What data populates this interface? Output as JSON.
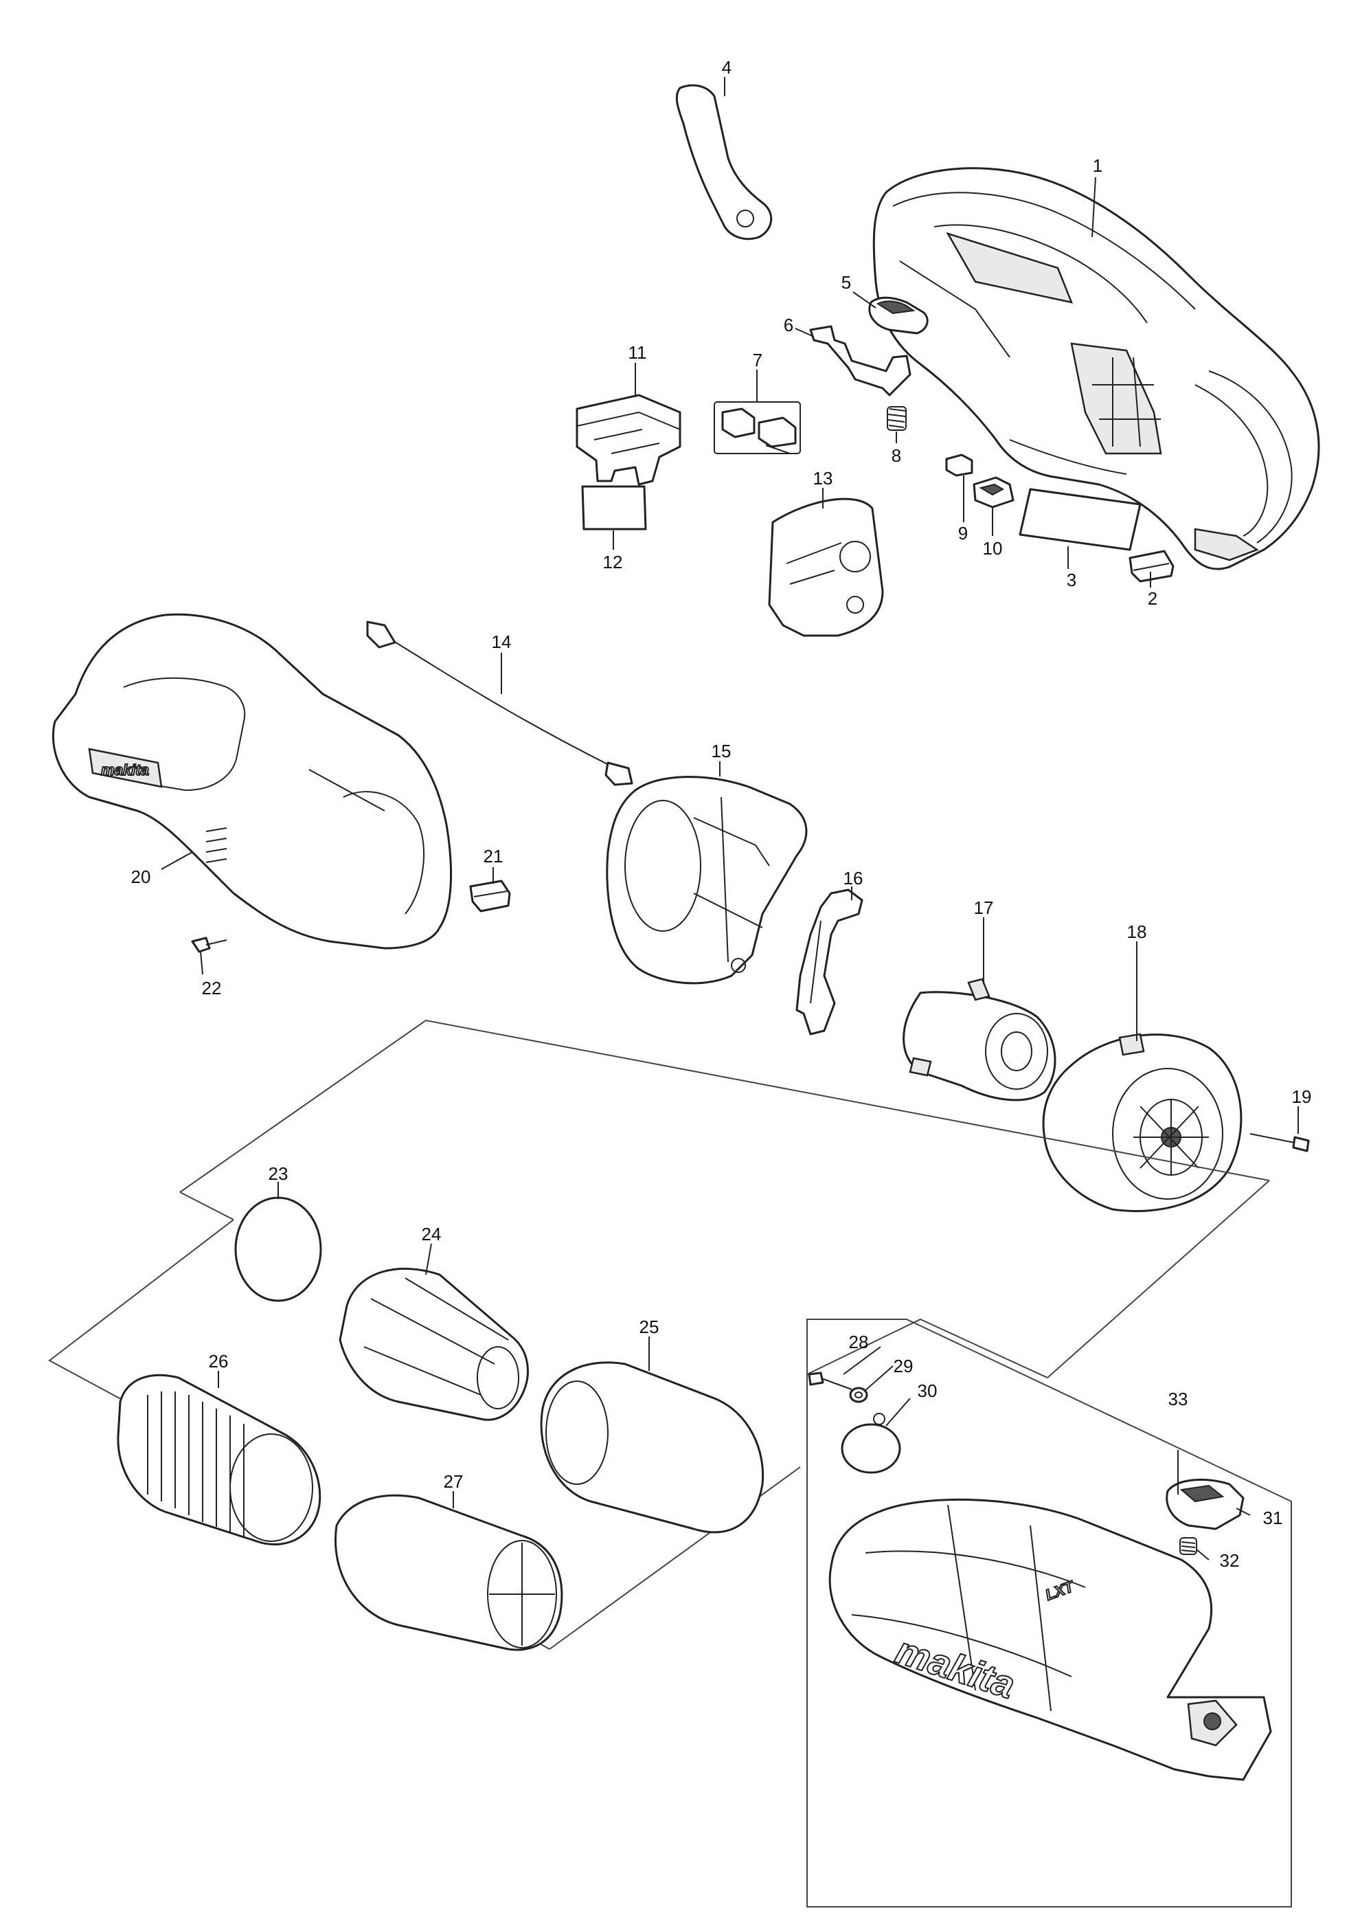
{
  "diagram": {
    "type": "exploded-parts-view",
    "brand_marks": {
      "handle_logo": "makita",
      "dust_case_logo": "makita",
      "battery_mark": "LXT"
    },
    "callouts": [
      {
        "id": "1",
        "label": "1"
      },
      {
        "id": "2",
        "label": "2"
      },
      {
        "id": "3",
        "label": "3"
      },
      {
        "id": "4",
        "label": "4"
      },
      {
        "id": "5",
        "label": "5"
      },
      {
        "id": "6",
        "label": "6"
      },
      {
        "id": "7",
        "label": "7"
      },
      {
        "id": "8",
        "label": "8"
      },
      {
        "id": "9",
        "label": "9"
      },
      {
        "id": "10",
        "label": "10"
      },
      {
        "id": "11",
        "label": "11"
      },
      {
        "id": "12",
        "label": "12"
      },
      {
        "id": "13",
        "label": "13"
      },
      {
        "id": "14",
        "label": "14"
      },
      {
        "id": "15",
        "label": "15"
      },
      {
        "id": "16",
        "label": "16"
      },
      {
        "id": "17",
        "label": "17"
      },
      {
        "id": "18",
        "label": "18"
      },
      {
        "id": "19",
        "label": "19"
      },
      {
        "id": "20",
        "label": "20"
      },
      {
        "id": "21",
        "label": "21"
      },
      {
        "id": "22",
        "label": "22"
      },
      {
        "id": "23",
        "label": "23"
      },
      {
        "id": "24",
        "label": "24"
      },
      {
        "id": "25",
        "label": "25"
      },
      {
        "id": "26",
        "label": "26"
      },
      {
        "id": "27",
        "label": "27"
      },
      {
        "id": "28",
        "label": "28"
      },
      {
        "id": "29",
        "label": "29"
      },
      {
        "id": "30",
        "label": "30"
      },
      {
        "id": "31",
        "label": "31"
      },
      {
        "id": "32",
        "label": "32"
      },
      {
        "id": "33",
        "label": "33"
      }
    ]
  }
}
